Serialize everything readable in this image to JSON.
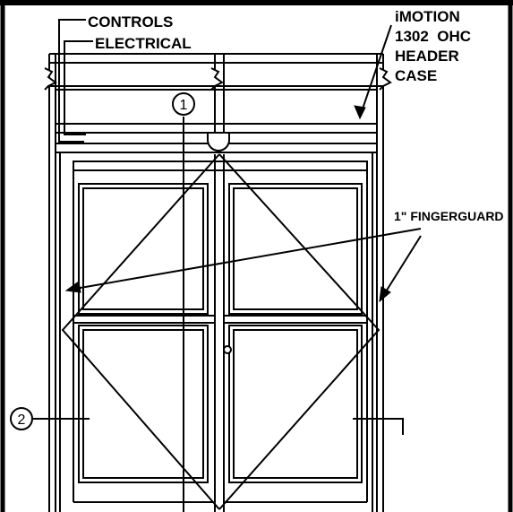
{
  "labels": {
    "controls": "CONTROLS",
    "electrical": "ELECTRICAL",
    "header_line1": "iMOTION",
    "header_line2": "1302  OHC",
    "header_line3": "HEADER",
    "header_line4": "CASE",
    "fingerguard": "1\" FINGERGUARD"
  },
  "callouts": {
    "bubble_1": "1",
    "bubble_2": "2"
  },
  "colors": {
    "line": "#000000",
    "background": "#ffffff"
  }
}
